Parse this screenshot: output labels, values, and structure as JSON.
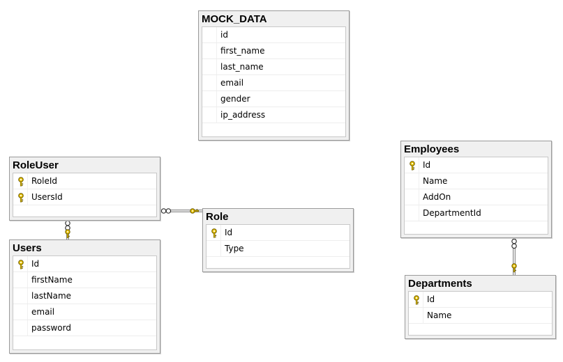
{
  "tables": [
    {
      "id": "mock_data",
      "title": "MOCK_DATA",
      "columns": [
        {
          "name": "id",
          "pk": false
        },
        {
          "name": "first_name",
          "pk": false
        },
        {
          "name": "last_name",
          "pk": false
        },
        {
          "name": "email",
          "pk": false
        },
        {
          "name": "gender",
          "pk": false
        },
        {
          "name": "ip_address",
          "pk": false
        }
      ]
    },
    {
      "id": "roleuser",
      "title": "RoleUser",
      "columns": [
        {
          "name": "RoleId",
          "pk": true
        },
        {
          "name": "UsersId",
          "pk": true
        }
      ]
    },
    {
      "id": "role",
      "title": "Role",
      "columns": [
        {
          "name": "Id",
          "pk": true
        },
        {
          "name": "Type",
          "pk": false
        }
      ]
    },
    {
      "id": "users",
      "title": "Users",
      "columns": [
        {
          "name": "Id",
          "pk": true
        },
        {
          "name": "firstName",
          "pk": false
        },
        {
          "name": "lastName",
          "pk": false
        },
        {
          "name": "email",
          "pk": false
        },
        {
          "name": "password",
          "pk": false
        }
      ]
    },
    {
      "id": "employees",
      "title": "Employees",
      "columns": [
        {
          "name": "Id",
          "pk": true
        },
        {
          "name": "Name",
          "pk": false
        },
        {
          "name": "AddOn",
          "pk": false
        },
        {
          "name": "DepartmentId",
          "pk": false
        }
      ]
    },
    {
      "id": "departments",
      "title": "Departments",
      "columns": [
        {
          "name": "Id",
          "pk": true
        },
        {
          "name": "Name",
          "pk": false
        }
      ]
    }
  ],
  "relationships": [
    {
      "from": "roleuser",
      "to": "role",
      "many_end": "roleuser",
      "one_end": "role"
    },
    {
      "from": "roleuser",
      "to": "users",
      "many_end": "roleuser",
      "one_end": "users"
    },
    {
      "from": "employees",
      "to": "departments",
      "many_end": "employees",
      "one_end": "departments"
    }
  ],
  "colors": {
    "key": "#e8c200",
    "key_outline": "#6b5a00",
    "line": "#8c8c8c"
  }
}
